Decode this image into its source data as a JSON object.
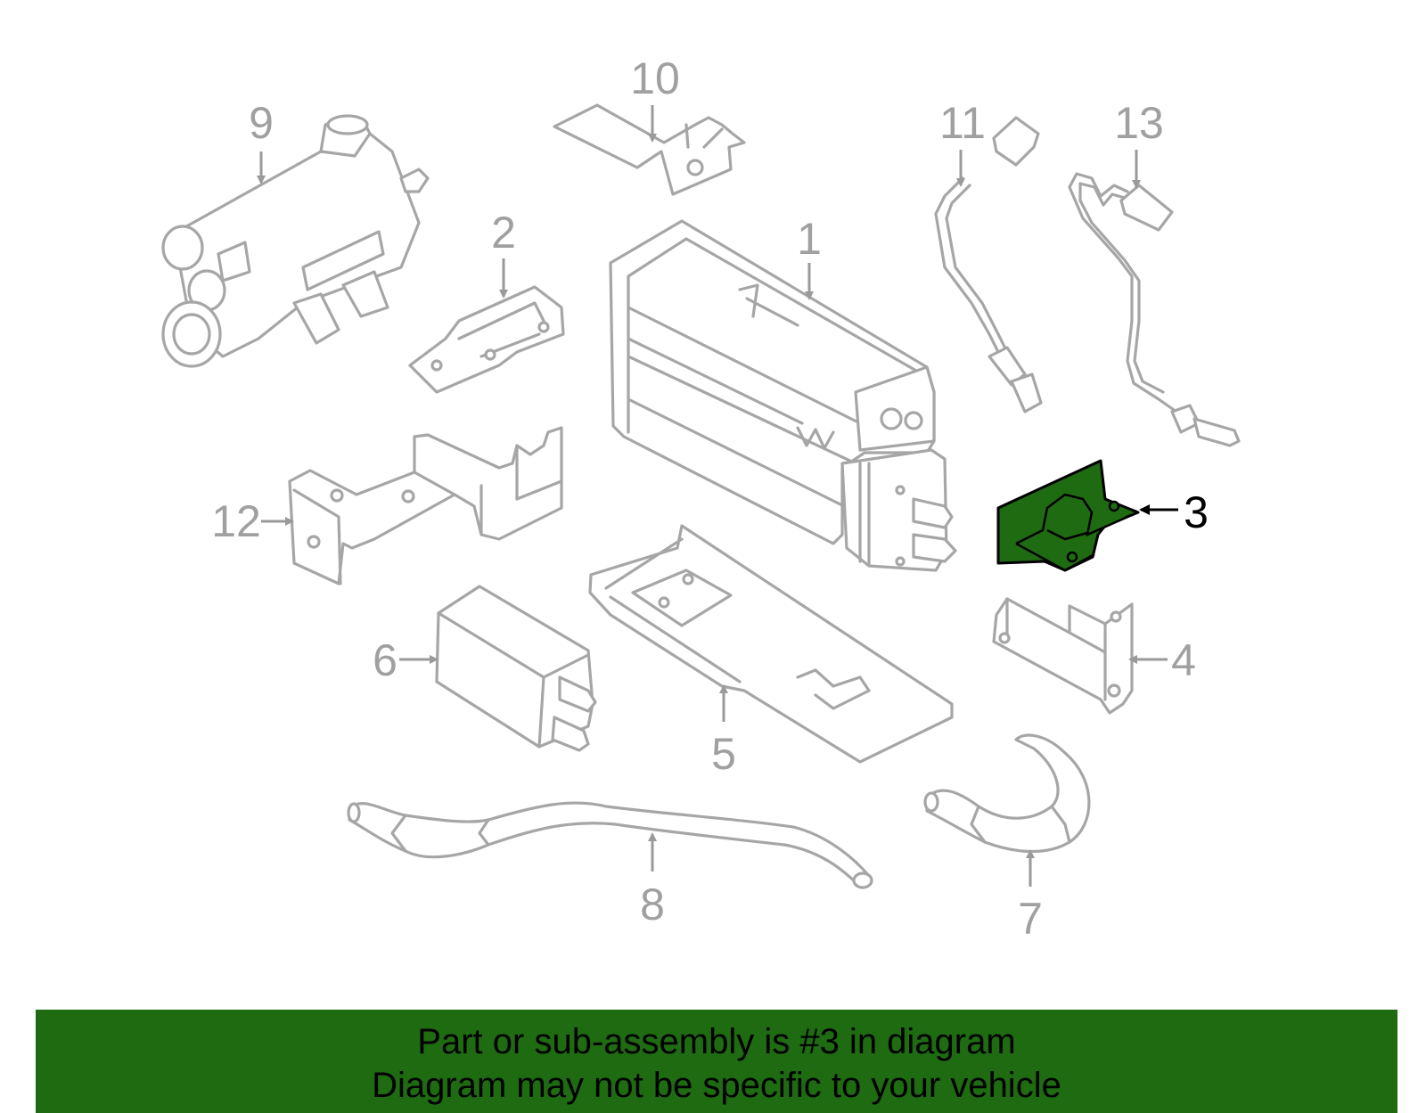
{
  "colors": {
    "highlight": "#1f6b12",
    "banner": "#1e6b12",
    "part_stroke": "#a6a6a6",
    "callout_text": "#a0a0a0"
  },
  "callouts": {
    "c1": "1",
    "c2": "2",
    "c3": "3",
    "c4": "4",
    "c5": "5",
    "c6": "6",
    "c7": "7",
    "c8": "8",
    "c9": "9",
    "c10": "10",
    "c11": "11",
    "c12": "12",
    "c13": "13"
  },
  "highlighted_part": "3",
  "banner": {
    "line1": "Part or sub-assembly is #3 in diagram",
    "line2": "Diagram may not be specific to your vehicle"
  }
}
